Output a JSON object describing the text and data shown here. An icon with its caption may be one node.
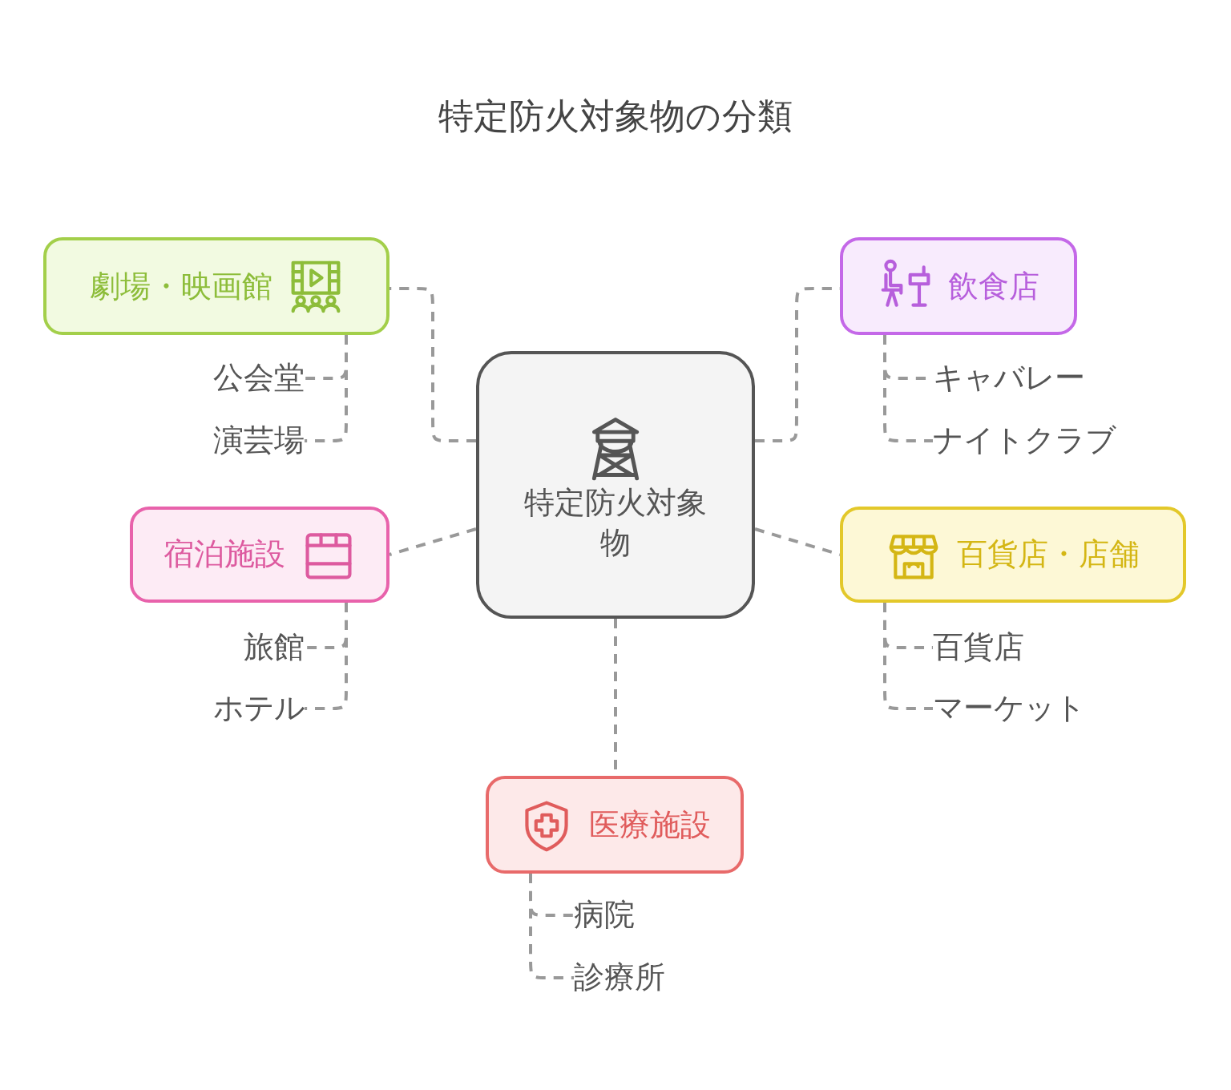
{
  "diagram": {
    "title": "特定防火対象物の分類",
    "nodes": [
      {
        "text": [
          "特定防火対象物"
        ]
      },
      {
        "text": [
          "劇場・映画館"
        ]
      },
      {
        "text": [
          "公会堂"
        ]
      },
      {
        "text": [
          "演芸場"
        ]
      },
      {
        "text": [
          "飲食店"
        ]
      },
      {
        "text": [
          "キャバレー"
        ]
      },
      {
        "text": [
          "ナイトクラブ"
        ]
      },
      {
        "text": [
          "宿泊施設"
        ]
      },
      {
        "text": [
          "旅館"
        ]
      },
      {
        "text": [
          "ホテル"
        ]
      },
      {
        "text": [
          "百貨店・店舗"
        ]
      },
      {
        "text": [
          "百貨店"
        ]
      },
      {
        "text": [
          "マーケット"
        ]
      },
      {
        "text": [
          "医療施設"
        ]
      },
      {
        "text": [
          "病院"
        ]
      },
      {
        "text": [
          "診療所"
        ]
      }
    ],
    "edges": [
      {
        "from": 0,
        "to": 1,
        "arrow": "none",
        "style": "dashed"
      },
      {
        "from": 0,
        "to": 4,
        "arrow": "none",
        "style": "dashed"
      },
      {
        "from": 0,
        "to": 7,
        "arrow": "none",
        "style": "dashed"
      },
      {
        "from": 0,
        "to": 10,
        "arrow": "none",
        "style": "dashed"
      },
      {
        "from": 0,
        "to": 13,
        "arrow": "none",
        "style": "dashed"
      },
      {
        "from": 1,
        "to": 2,
        "arrow": "none",
        "style": "dashed"
      },
      {
        "from": 1,
        "to": 3,
        "arrow": "none",
        "style": "dashed"
      },
      {
        "from": 4,
        "to": 5,
        "arrow": "none",
        "style": "dashed"
      },
      {
        "from": 4,
        "to": 6,
        "arrow": "none",
        "style": "dashed"
      },
      {
        "from": 7,
        "to": 8,
        "arrow": "none",
        "style": "dashed"
      },
      {
        "from": 7,
        "to": 9,
        "arrow": "none",
        "style": "dashed"
      },
      {
        "from": 10,
        "to": 11,
        "arrow": "none",
        "style": "dashed"
      },
      {
        "from": 10,
        "to": 12,
        "arrow": "none",
        "style": "dashed"
      },
      {
        "from": 13,
        "to": 14,
        "arrow": "none",
        "style": "dashed"
      },
      {
        "from": 13,
        "to": 15,
        "arrow": "none",
        "style": "dashed"
      }
    ]
  }
}
